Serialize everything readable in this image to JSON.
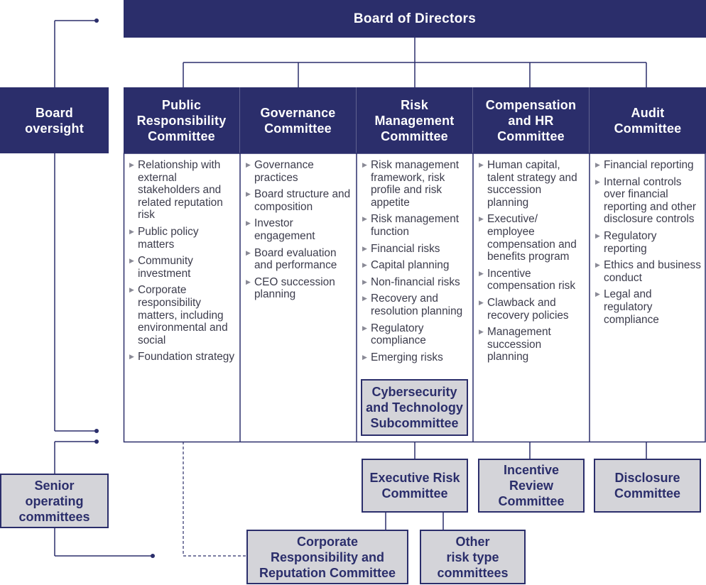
{
  "board": {
    "title": "Board of Directors"
  },
  "oversight": {
    "label": "Board\noversight"
  },
  "committees": [
    {
      "title": "Public\nResponsibility\nCommittee",
      "items": [
        "Relationship with external stakeholders and related reputation risk",
        "Public policy matters",
        "Community investment",
        "Corporate responsibility matters, including environmental and social",
        "Foundation strategy"
      ]
    },
    {
      "title": "Governance\nCommittee",
      "items": [
        "Governance practices",
        "Board structure and composition",
        "Investor engagement",
        "Board evaluation and performance",
        "CEO succession planning"
      ]
    },
    {
      "title": "Risk\nManagement\nCommittee",
      "items": [
        "Risk management framework, risk profile and risk appetite",
        "Risk management function",
        "Financial risks",
        "Capital planning",
        "Non-financial risks",
        "Recovery and resolution planning",
        "Regulatory compliance",
        "Emerging risks"
      ]
    },
    {
      "title": "Compensation\nand HR\nCommittee",
      "items": [
        "Human capital, talent strategy and succession planning",
        "Executive/ employee compensation and benefits program",
        "Incentive compensation risk",
        "Clawback and recovery policies",
        "Management succession planning"
      ]
    },
    {
      "title": "Audit\nCommittee",
      "items": [
        "Financial reporting",
        "Internal controls over financial reporting and other disclosure controls",
        "Regulatory reporting",
        "Ethics and business conduct",
        "Legal and regulatory compliance"
      ]
    }
  ],
  "subcommittee": {
    "label": "Cybersecurity\nand Technology\nSubcommittee"
  },
  "senior": {
    "label": "Senior\noperating\ncommittees"
  },
  "management_committees": {
    "executive_risk": "Executive Risk\nCommittee",
    "incentive_review": "Incentive\nReview\nCommittee",
    "disclosure": "Disclosure\nCommittee",
    "corporate_responsibility": "Corporate\nResponsibility and\nReputation Committee",
    "other_risk": "Other\nrisk type\ncommittees"
  },
  "colors": {
    "navy": "#2b2e6b",
    "grey": "#d4d4d9",
    "bullet": "#8a8a96"
  },
  "icons": {
    "bullet": "triangle-right-icon"
  }
}
